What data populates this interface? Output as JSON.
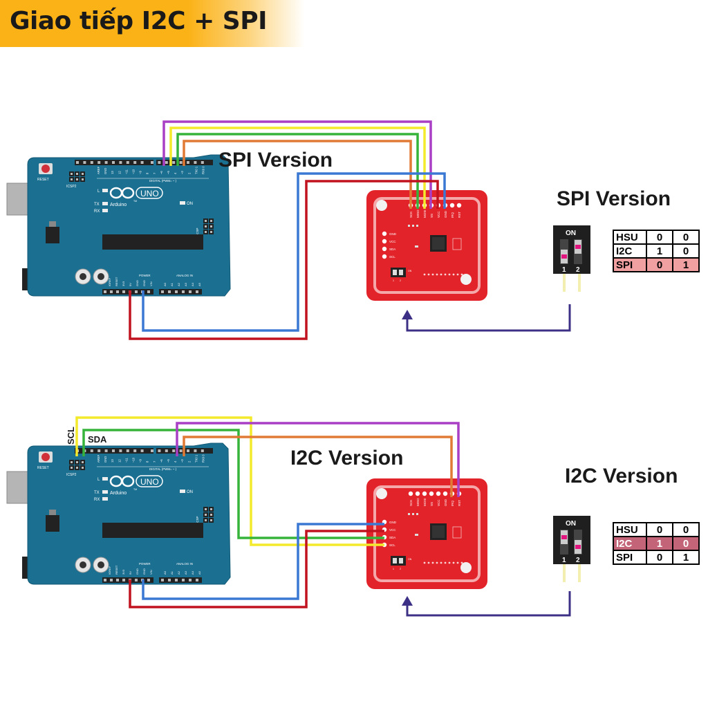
{
  "header": {
    "title": "Giao tiếp I2C + SPI"
  },
  "colors": {
    "board": "#1b6f91",
    "module": "#e2232a",
    "wire_red": "#c1121f",
    "wire_blue": "#3a78d4",
    "wire_purple": "#a83fc4",
    "wire_yellow": "#f4ea2c",
    "wire_green": "#36b33a",
    "wire_orange": "#e07a34",
    "arrow": "#3b2f86",
    "highlight_spi": "#f0a0a0",
    "highlight_i2c": "#c46478"
  },
  "arduino": {
    "reset_label": "RESET",
    "icsp2_label": "ICSP2",
    "icsp_label": "ICSP",
    "brand": "Arduino",
    "model": "UNO",
    "tm": "TM",
    "on_label": "ON",
    "l_label": "L",
    "tx_label": "TX",
    "rx_label": "RX",
    "digital_label": "DIGITAL (PWM= ~ )",
    "power_label": "POWER",
    "analog_label": "ANALOG IN",
    "top_pins": [
      "AREF",
      "GND",
      "13",
      "12",
      "~11",
      "~10",
      "~9",
      "8",
      "7",
      "~6",
      "~5",
      "4",
      "~3",
      "2",
      "TX0 1",
      "RX0 0"
    ],
    "bottom_pins": [
      "IOREF",
      "RESET",
      "3V3",
      "5V",
      "GND",
      "GND",
      "VIN",
      "A0",
      "A1",
      "A2",
      "A3",
      "A4",
      "A5"
    ]
  },
  "module": {
    "top_pins": [
      "SCK",
      "MISO",
      "MOSI",
      "SS",
      "VCC",
      "GND",
      "IRQ",
      "RST"
    ],
    "left_pins": [
      "GND",
      "VCC",
      "SDA",
      "SCL"
    ],
    "switch_label": "ON",
    "switch_numbers": [
      "1",
      "2"
    ]
  },
  "spi": {
    "diagram_label": "SPI Version",
    "mode_title": "SPI Version",
    "switch": {
      "on_label": "ON",
      "numbers": [
        "1",
        "2"
      ]
    },
    "table": [
      {
        "mode": "HSU",
        "s1": "0",
        "s2": "0",
        "highlight": false
      },
      {
        "mode": "I2C",
        "s1": "1",
        "s2": "0",
        "highlight": false
      },
      {
        "mode": "SPI",
        "s1": "0",
        "s2": "1",
        "highlight": true
      }
    ]
  },
  "i2c": {
    "diagram_label": "I2C Version",
    "mode_title": "I2C Version",
    "scl_label": "SCL",
    "sda_label": "SDA",
    "switch": {
      "on_label": "ON",
      "numbers": [
        "1",
        "2"
      ]
    },
    "table": [
      {
        "mode": "HSU",
        "s1": "0",
        "s2": "0",
        "highlight": false
      },
      {
        "mode": "I2C",
        "s1": "1",
        "s2": "0",
        "highlight": true
      },
      {
        "mode": "SPI",
        "s1": "0",
        "s2": "1",
        "highlight": false
      }
    ]
  }
}
